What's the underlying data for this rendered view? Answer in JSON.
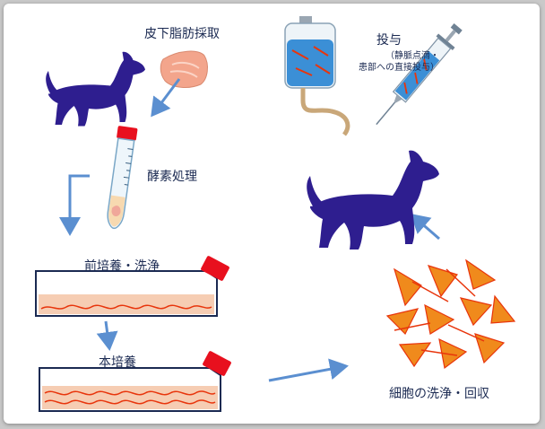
{
  "colors": {
    "dog": "#2e1e8f",
    "arrow": "#5b8fd0",
    "tube_cap": "#e8101e",
    "cell_fill": "#f08a1c",
    "cell_edge": "#e8350c",
    "medium": "#f6cdb3",
    "iv_liquid": "#3b8fd6",
    "text": "#1b2a52"
  },
  "icons": [
    "dog-icon",
    "fat-tissue-icon",
    "centrifuge-tube-icon",
    "culture-flask-icon",
    "iv-bag-icon",
    "syringe-icon",
    "cell-cluster-icon"
  ],
  "steps": {
    "harvest": "皮下脂肪採取",
    "enzyme": "酵素処理",
    "preculture": "前培養・洗浄",
    "culture": "本培養",
    "wash_collect": "細胞の洗浄・回収",
    "administer": "投与",
    "route_line1": "（静脈点滴・",
    "route_line2": "患部への直接投与）"
  }
}
